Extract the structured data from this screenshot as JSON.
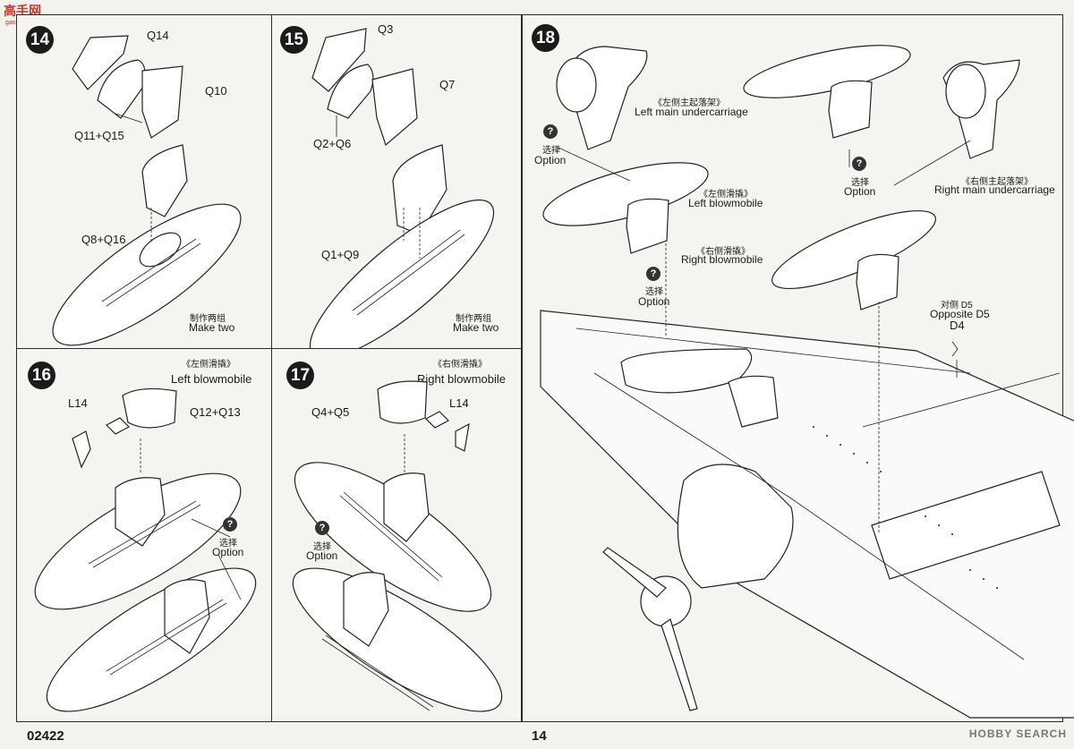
{
  "watermark": {
    "site": "高手网",
    "url": "gao-shou.com"
  },
  "steps": {
    "s14": {
      "number": "14",
      "parts": [
        "Q14",
        "Q10",
        "Q11+Q15",
        "Q8+Q16"
      ],
      "note_cn": "制作两组",
      "note_en": "Make two"
    },
    "s15": {
      "number": "15",
      "parts": [
        "Q3",
        "Q7",
        "Q2+Q6",
        "Q1+Q9"
      ],
      "note_cn": "制作两组",
      "note_en": "Make two"
    },
    "s16": {
      "number": "16",
      "title_cn": "《左侧滑撬》",
      "title_en": "Left blowmobile",
      "parts": [
        "L14",
        "Q12+Q13"
      ],
      "option_cn": "选择",
      "option_en": "Option"
    },
    "s17": {
      "number": "17",
      "title_cn": "《右侧滑撬》",
      "title_en": "Right blowmobile",
      "parts": [
        "Q4+Q5",
        "L14"
      ],
      "option_cn": "选择",
      "option_en": "Option"
    },
    "s18": {
      "number": "18",
      "left_main_cn": "《左侧主起落架》",
      "left_main_en": "Left main undercarriage",
      "right_main_cn": "《右侧主起落架》",
      "right_main_en": "Right main undercarriage",
      "left_blow_cn": "《左侧滑撬》",
      "left_blow_en": "Left blowmobile",
      "right_blow_cn": "《右侧滑撬》",
      "right_blow_en": "Right blowmobile",
      "option_cn": "选择",
      "option_en": "Option",
      "opposite_cn": "对侧 D5",
      "opposite_en": "Opposite D5",
      "part_d4": "D4"
    }
  },
  "footer": {
    "code": "02422",
    "page": "14",
    "brand": "HOBBY SEARCH"
  }
}
